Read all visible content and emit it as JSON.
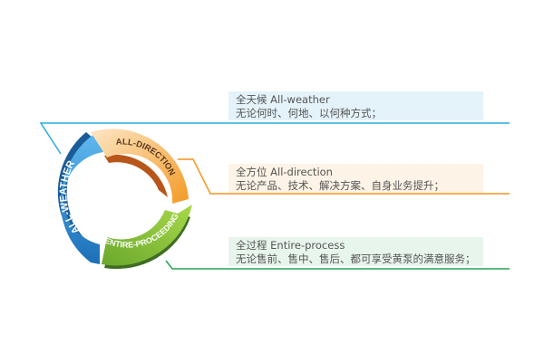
{
  "ring": {
    "segments": [
      {
        "label": "ALL-WEATHER",
        "color": "#2e8fd4"
      },
      {
        "label": "ALL-DIRECTION",
        "color": "#f2a43a"
      },
      {
        "label": "ENTIRE-PROCEEDING",
        "color": "#8cc63e"
      }
    ]
  },
  "items": [
    {
      "title": "全天候  All-weather",
      "desc": "无论何时、何地、以何种方式；",
      "line_color": "#29abe2"
    },
    {
      "title": "全方位  All-direction",
      "desc": "无论产品、技术、解决方案、自身业务提升；",
      "line_color": "#f7941d"
    },
    {
      "title": "全过程  Entire-process",
      "desc": "无论售前、售中、售后、都可享受黄泵的满意服务；",
      "line_color": "#22a354"
    }
  ]
}
